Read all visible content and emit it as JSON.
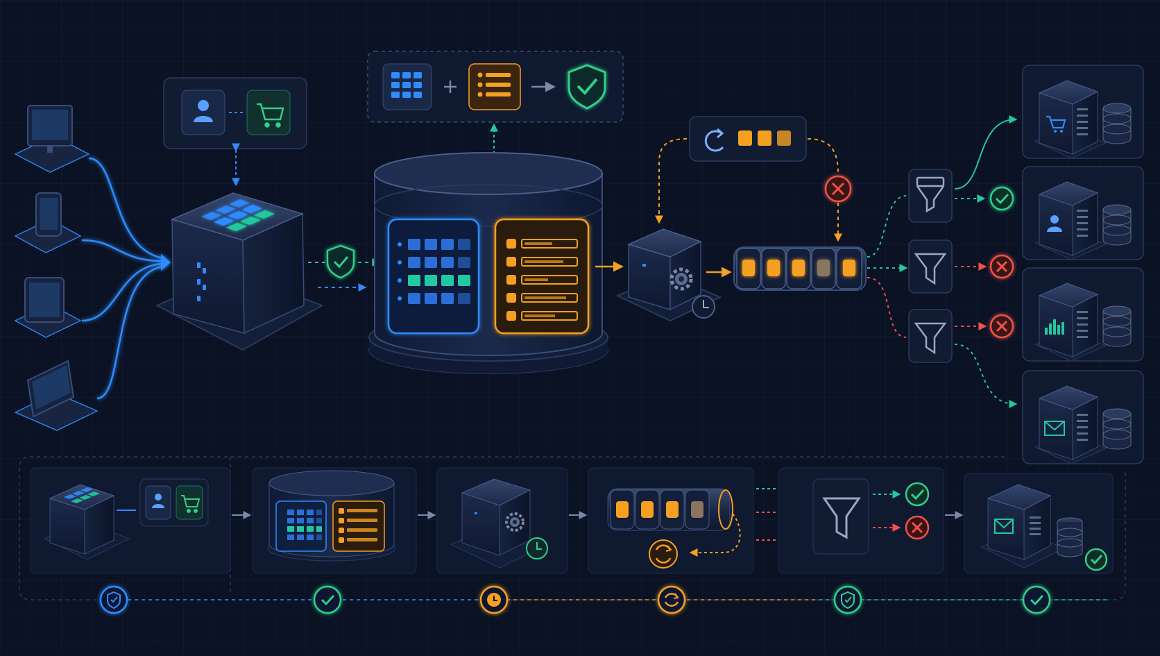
{
  "colors": {
    "background": "#0a1224",
    "grid": "#13203a",
    "panel": "#111c33",
    "panel_border": "#2a3a5c",
    "blue": "#2f8cff",
    "teal": "#22c9a0",
    "green": "#2fd08a",
    "orange": "#f5a020",
    "red": "#f0524a",
    "muted": "#7c8aa8"
  },
  "icons": {
    "devices": [
      "desktop-monitor-icon",
      "smartphone-icon",
      "tablet-icon",
      "laptop-icon"
    ],
    "identity": [
      "user-icon",
      "shopping-cart-icon"
    ],
    "validation": [
      "grid-table-icon",
      "plus-icon",
      "list-icon",
      "arrow-right-icon",
      "shield-check-icon"
    ],
    "retry": [
      "refresh-icon",
      "queue-block-icon"
    ],
    "filters": [
      "funnel-icon"
    ],
    "destinations": [
      "shopping-cart-icon",
      "user-icon",
      "bar-chart-icon",
      "envelope-icon",
      "database-icon"
    ],
    "statuses": [
      "check-icon",
      "x-icon",
      "clock-icon",
      "gear-icon"
    ]
  },
  "timeline": {
    "milestones": [
      {
        "icon": "shield-check-icon",
        "color": "#2f8cff"
      },
      {
        "icon": "check-icon",
        "color": "#2fd08a"
      },
      {
        "icon": "clock-icon",
        "color": "#f5a020"
      },
      {
        "icon": "refresh-icon",
        "color": "#f5a020"
      },
      {
        "icon": "shield-check-icon",
        "color": "#2fd08a"
      },
      {
        "icon": "check-icon",
        "color": "#2fd08a"
      }
    ]
  },
  "routes": [
    {
      "filter": "filter-top",
      "outcome": "accepted"
    },
    {
      "filter": "filter-middle",
      "outcome": "rejected"
    },
    {
      "filter": "filter-bottom",
      "outcome": "rejected"
    },
    {
      "filter": "filter-bottom",
      "outcome": "accepted"
    }
  ]
}
